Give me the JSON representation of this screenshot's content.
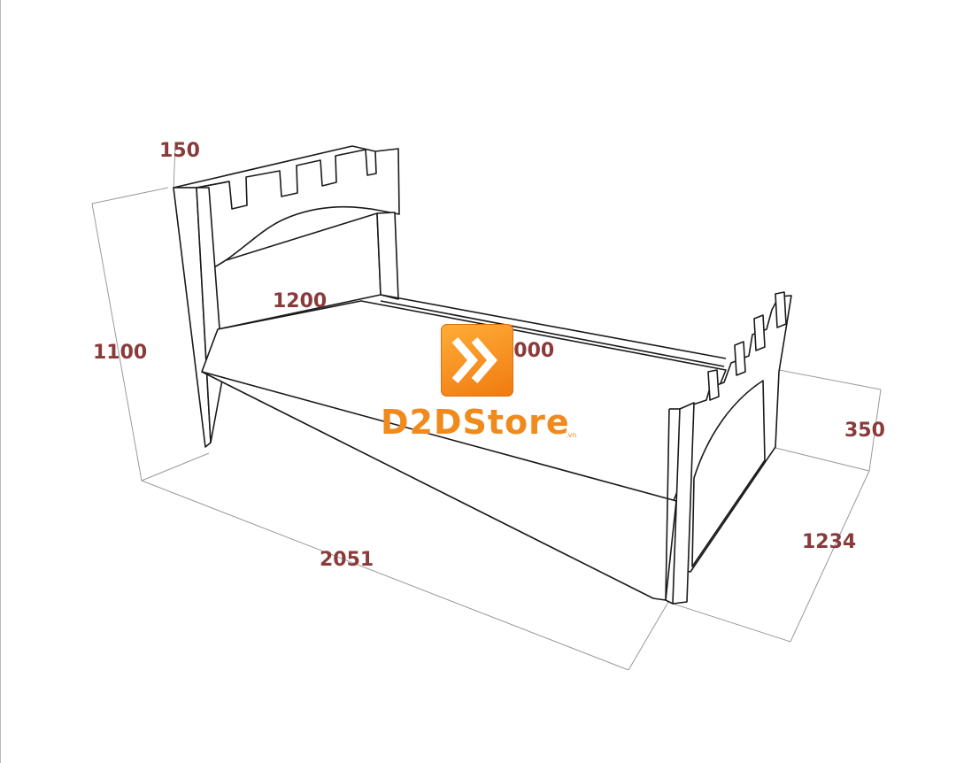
{
  "dimensions": {
    "headboard_top_depth": "150",
    "inner_width": "1200",
    "total_height": "1100",
    "inner_length": "2000",
    "footboard_height": "350",
    "total_width": "1234",
    "total_length": "2051"
  },
  "logo": {
    "brand": "D2DStore",
    "domain_suffix": ".vn"
  },
  "colors": {
    "dimension_text": "#8b3a3a",
    "logo_orange": "#f08a1c",
    "outline": "#1a1a1a",
    "dimension_line": "#9a9a9a"
  }
}
